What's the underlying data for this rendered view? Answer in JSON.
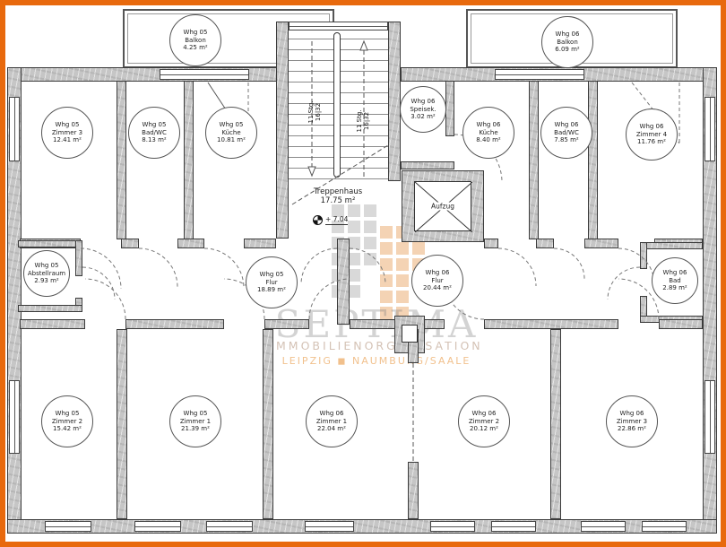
{
  "colors": {
    "frame": "#E8690D",
    "wall_fill": "#C6C6C6",
    "line": "#3B3B3B",
    "watermark_orange": "#E68C2D"
  },
  "rooms": [
    {
      "apt": "Whg 05",
      "name": "Balkon",
      "area": "4.25 m²"
    },
    {
      "apt": "Whg 06",
      "name": "Balkon",
      "area": "6.09 m²"
    },
    {
      "apt": "Whg 05",
      "name": "Zimmer 3",
      "area": "12.41 m²"
    },
    {
      "apt": "Whg 05",
      "name": "Bad/WC",
      "area": "8.13 m²"
    },
    {
      "apt": "Whg 05",
      "name": "Küche",
      "area": "10.81 m²"
    },
    {
      "apt": "Whg 06",
      "name": "Speisek.",
      "area": "3.02 m²"
    },
    {
      "apt": "Whg 06",
      "name": "Küche",
      "area": "8.40 m²"
    },
    {
      "apt": "Whg 06",
      "name": "Bad/WC",
      "area": "7.85 m²"
    },
    {
      "apt": "Whg 06",
      "name": "Zimmer 4",
      "area": "11.76 m²"
    },
    {
      "apt": "Whg 05",
      "name": "Abstellraum",
      "area": "2.93 m²"
    },
    {
      "apt": "Whg 05",
      "name": "Flur",
      "area": "18.89 m²"
    },
    {
      "apt": "Whg 06",
      "name": "Flur",
      "area": "20.44 m²"
    },
    {
      "apt": "Whg 06",
      "name": "Bad",
      "area": "2.89 m²"
    },
    {
      "apt": "Whg 05",
      "name": "Zimmer 2",
      "area": "15.42 m²"
    },
    {
      "apt": "Whg 05",
      "name": "Zimmer 1",
      "area": "21.39 m²"
    },
    {
      "apt": "Whg 06",
      "name": "Zimmer 1",
      "area": "22.04 m²"
    },
    {
      "apt": "Whg 06",
      "name": "Zimmer 2",
      "area": "20.12 m²"
    },
    {
      "apt": "Whg 06",
      "name": "Zimmer 3",
      "area": "22.86 m²"
    }
  ],
  "stairwell": {
    "title": "Treppenhaus",
    "area": "17.75 m²",
    "level": "+ 7.04",
    "flight_line1": "11 Stg.",
    "flight_line2": "16|32"
  },
  "elevator": {
    "label": "Aufzug"
  },
  "watermark": {
    "name": "SEPTIMA",
    "line2": "IMMOBILIENORGANISATION",
    "line3": "LEIPZIG ◼ NAUMBURG/SAALE"
  }
}
